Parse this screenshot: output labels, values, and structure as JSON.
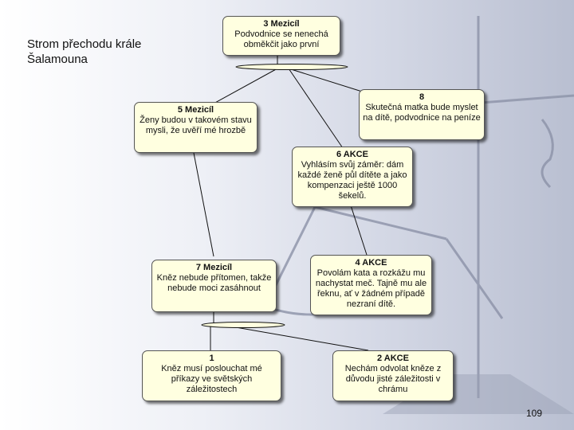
{
  "title": "Strom přechodu krále Šalamouna",
  "page_number": "109",
  "nodes": {
    "n3": {
      "head": "3 Mezicíl",
      "text": "Podvodnice se nenechá obměkčit jako první"
    },
    "n8": {
      "head": "8",
      "text": "Skutečná matka bude myslet na dítě, podvodnice na peníze"
    },
    "n5": {
      "head": "5 Mezicíl",
      "text": "Ženy budou v takovém stavu mysli, že uvěří mé hrozbě"
    },
    "n6": {
      "head": "6 AKCE",
      "text": "Vyhlásím svůj záměr: dám každé ženě půl dítěte a jako kompenzaci ještě 1000 šekelů."
    },
    "n7": {
      "head": "7 Mezicíl",
      "text": "Kněz nebude přítomen, takže nebude moci zasáhnout"
    },
    "n4": {
      "head": "4 AKCE",
      "text": "Povolám kata a rozkážu mu nachystat meč. Tajně mu ale řeknu, ať v žádném případě nezraní dítě."
    },
    "n1": {
      "head": "1",
      "text": "Kněz musí poslouchat mé příkazy ve světských záležitostech"
    },
    "n2": {
      "head": "2 AKCE",
      "text": "Nechám odvolat kněze z důvodu jisté záležitosti v chrámu"
    }
  },
  "colors": {
    "node_fill": "#ffffe0",
    "link": "#111111",
    "bar": "#ffffe0"
  }
}
